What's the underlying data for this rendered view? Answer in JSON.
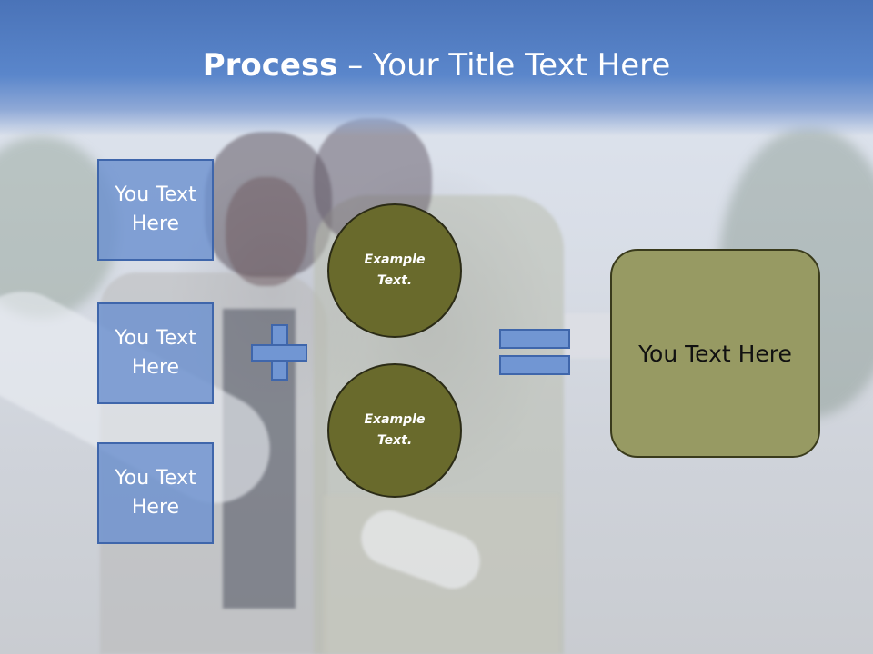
{
  "title": {
    "bold": "Process",
    "rest": " – Your Title Text Here"
  },
  "left_boxes": [
    {
      "line1": "You Text",
      "line2": "Here"
    },
    {
      "line1": "You Text",
      "line2": "Here"
    },
    {
      "line1": "You Text",
      "line2": "Here"
    }
  ],
  "circles": [
    {
      "line1": "Example",
      "line2": "Text."
    },
    {
      "line1": "Example",
      "line2": "Text."
    }
  ],
  "result": "You Text Here",
  "colors": {
    "title_band": "#5a86cb",
    "box_fill": "#6c91d0",
    "circle_fill": "#696a2c",
    "result_fill": "#979a63"
  }
}
